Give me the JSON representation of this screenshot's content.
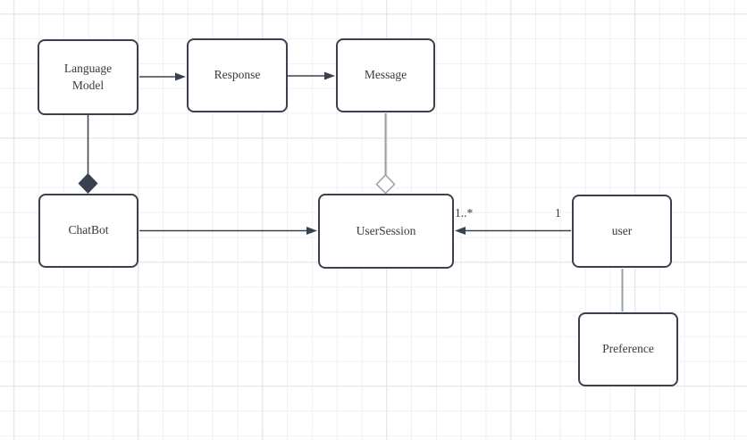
{
  "diagram": {
    "type": "uml-class-diagram",
    "nodes": [
      {
        "id": "language-model",
        "label": "Language Model"
      },
      {
        "id": "response",
        "label": "Response"
      },
      {
        "id": "message",
        "label": "Message"
      },
      {
        "id": "chatbot",
        "label": "ChatBot"
      },
      {
        "id": "usersession",
        "label": "UserSession"
      },
      {
        "id": "user",
        "label": "user"
      },
      {
        "id": "preference",
        "label": "Preference"
      }
    ],
    "edges": [
      {
        "from": "language-model",
        "to": "response",
        "type": "directed-arrow"
      },
      {
        "from": "response",
        "to": "message",
        "type": "directed-arrow"
      },
      {
        "from": "language-model",
        "to": "chatbot",
        "type": "composition-filled-diamond"
      },
      {
        "from": "message",
        "to": "usersession",
        "type": "aggregation-hollow-diamond"
      },
      {
        "from": "chatbot",
        "to": "usersession",
        "type": "directed-arrow"
      },
      {
        "from": "user",
        "to": "usersession",
        "type": "directed-arrow",
        "source_label": "1",
        "target_label": "1..*"
      },
      {
        "from": "user",
        "to": "preference",
        "type": "plain-line"
      }
    ],
    "colors": {
      "dark_stroke": "#3a414e",
      "gray_stroke": "#9aa0a6",
      "node_fill": "#ffffff",
      "text": "#343a42",
      "grid_minor": "#f0f0f0",
      "grid_major": "#e3e3e3",
      "canvas_bg": "#ffffff"
    }
  }
}
